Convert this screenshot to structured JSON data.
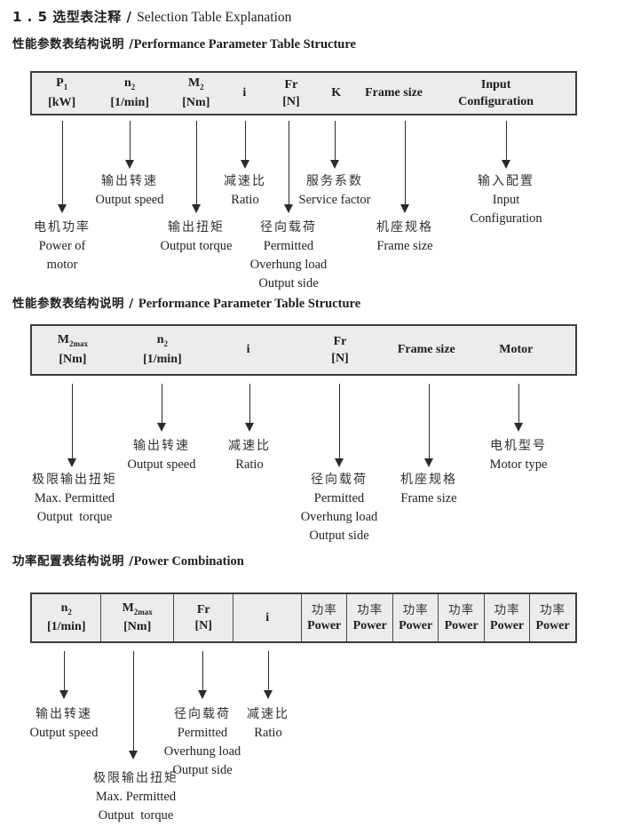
{
  "colors": {
    "table_bg": "#ececec",
    "line_color": "#2b2b2b",
    "text_color": "#1d1d1d"
  },
  "doc": {
    "title_zh": "1 . 5 选型表注释 / ",
    "title_en": "Selection Table Explanation"
  },
  "s1": {
    "heading_zh": "性能参数表结构说明 /",
    "heading_en": "Performance Parameter Table Structure",
    "cols": [
      {
        "main": "P",
        "sub": "1",
        "unit": "[kW]"
      },
      {
        "main": "n",
        "sub": "2",
        "unit": "[1/min]"
      },
      {
        "main": "M",
        "sub": "2",
        "unit": "[Nm]"
      },
      {
        "main": "i"
      },
      {
        "main": "Fr",
        "unit": "[N]"
      },
      {
        "main": "K"
      },
      {
        "main": "Frame size"
      },
      {
        "main": "Input",
        "unit": "Configuration"
      }
    ],
    "labels": {
      "power_of_motor": [
        "电机功率",
        "Power of",
        "motor"
      ],
      "output_speed": [
        "输出转速",
        "Output speed"
      ],
      "output_torque": [
        "输出扭矩",
        "Output torque"
      ],
      "ratio": [
        "减速比",
        "Ratio"
      ],
      "overhung_load": [
        "径向载荷",
        "Permitted",
        "Overhung load",
        "Output side"
      ],
      "service_factor": [
        "服务系数",
        "Service factor"
      ],
      "frame_size": [
        "机座规格",
        "Frame size"
      ],
      "input_config": [
        "输入配置",
        "Input",
        "Configuration"
      ]
    }
  },
  "s2": {
    "heading_zh": "性能参数表结构说明 / ",
    "heading_en": "Performance Parameter Table Structure",
    "cols": [
      {
        "main": "M",
        "sub": "2max",
        "unit": "[Nm]"
      },
      {
        "main": "n",
        "sub": "2",
        "unit": "[1/min]"
      },
      {
        "main": "i"
      },
      {
        "main": "Fr",
        "unit": "[N]"
      },
      {
        "main": "Frame size"
      },
      {
        "main": "Motor"
      }
    ],
    "labels": {
      "max_output_torque": [
        "极限输出扭矩",
        "Max. Permitted",
        "Output  torque"
      ],
      "output_speed": [
        "输出转速",
        "Output speed"
      ],
      "ratio": [
        "减速比",
        "Ratio"
      ],
      "overhung_load": [
        "径向载荷",
        "Permitted",
        "Overhung load",
        "Output side"
      ],
      "frame_size": [
        "机座规格",
        "Frame size"
      ],
      "motor_type": [
        "电机型号",
        "Motor type"
      ]
    }
  },
  "s3": {
    "heading_zh": "功率配置表结构说明 /",
    "heading_en": "Power Combination",
    "cols": [
      {
        "main": "n",
        "sub": "2",
        "unit": "[1/min]"
      },
      {
        "main": "M",
        "sub": "2max",
        "unit": "[Nm]"
      },
      {
        "main": "Fr",
        "unit": "[N]"
      },
      {
        "main": "i"
      },
      {
        "zh": "功率",
        "en": "Power"
      },
      {
        "zh": "功率",
        "en": "Power"
      },
      {
        "zh": "功率",
        "en": "Power"
      },
      {
        "zh": "功率",
        "en": "Power"
      },
      {
        "zh": "功率",
        "en": "Power"
      },
      {
        "zh": "功率",
        "en": "Power"
      }
    ],
    "labels": {
      "output_speed": [
        "输出转速",
        "Output speed"
      ],
      "max_output_torque": [
        "极限输出扭矩",
        "Max. Permitted",
        "Output  torque"
      ],
      "overhung_load": [
        "径向载荷",
        "Permitted",
        "Overhung load",
        "Output side"
      ],
      "ratio": [
        "减速比",
        "Ratio"
      ]
    }
  }
}
